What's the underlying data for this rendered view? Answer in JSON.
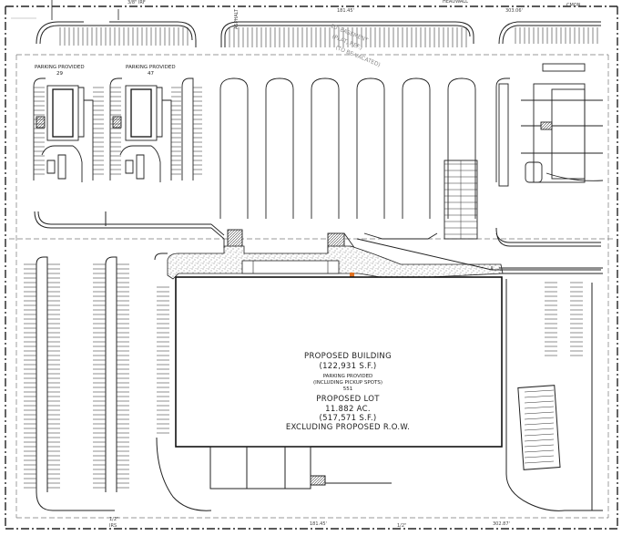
{
  "header_labels": {
    "iron_pin": "3/8\" IRF",
    "headwall": "HEADWALL",
    "top_dimension_left": "181.45'",
    "top_dimension_right": "303.06'",
    "cmon": "CMON",
    "asphalt": "ASPHALT"
  },
  "parking_areas": [
    {
      "title": "PARKING PROVIDED",
      "count": "29"
    },
    {
      "title": "PARKING PROVIDED",
      "count": "47"
    }
  ],
  "building": {
    "title": "PROPOSED BUILDING",
    "area": "(122,931 S.F.)",
    "parking_title": "PARKING PROVIDED",
    "parking_note": "(INCLUDING PICKUP SPOTS)",
    "parking_count": "551",
    "lot_title": "PROPOSED LOT",
    "lot_acres": "11.882 AC.",
    "lot_sf": "(517,571 S.F.)",
    "lot_note": "EXCLUDING PROPOSED R.O.W."
  },
  "footer_labels": {
    "rebar_left": "1/2\"",
    "irs": "IRS",
    "bottom_dimension_left": "181.45'",
    "rebar_mid": "1/2\"",
    "bottom_dimension_right": "302.87'"
  },
  "colors": {
    "line": "#222222",
    "faint": "#9a9a9a",
    "marker": "#e07020"
  }
}
